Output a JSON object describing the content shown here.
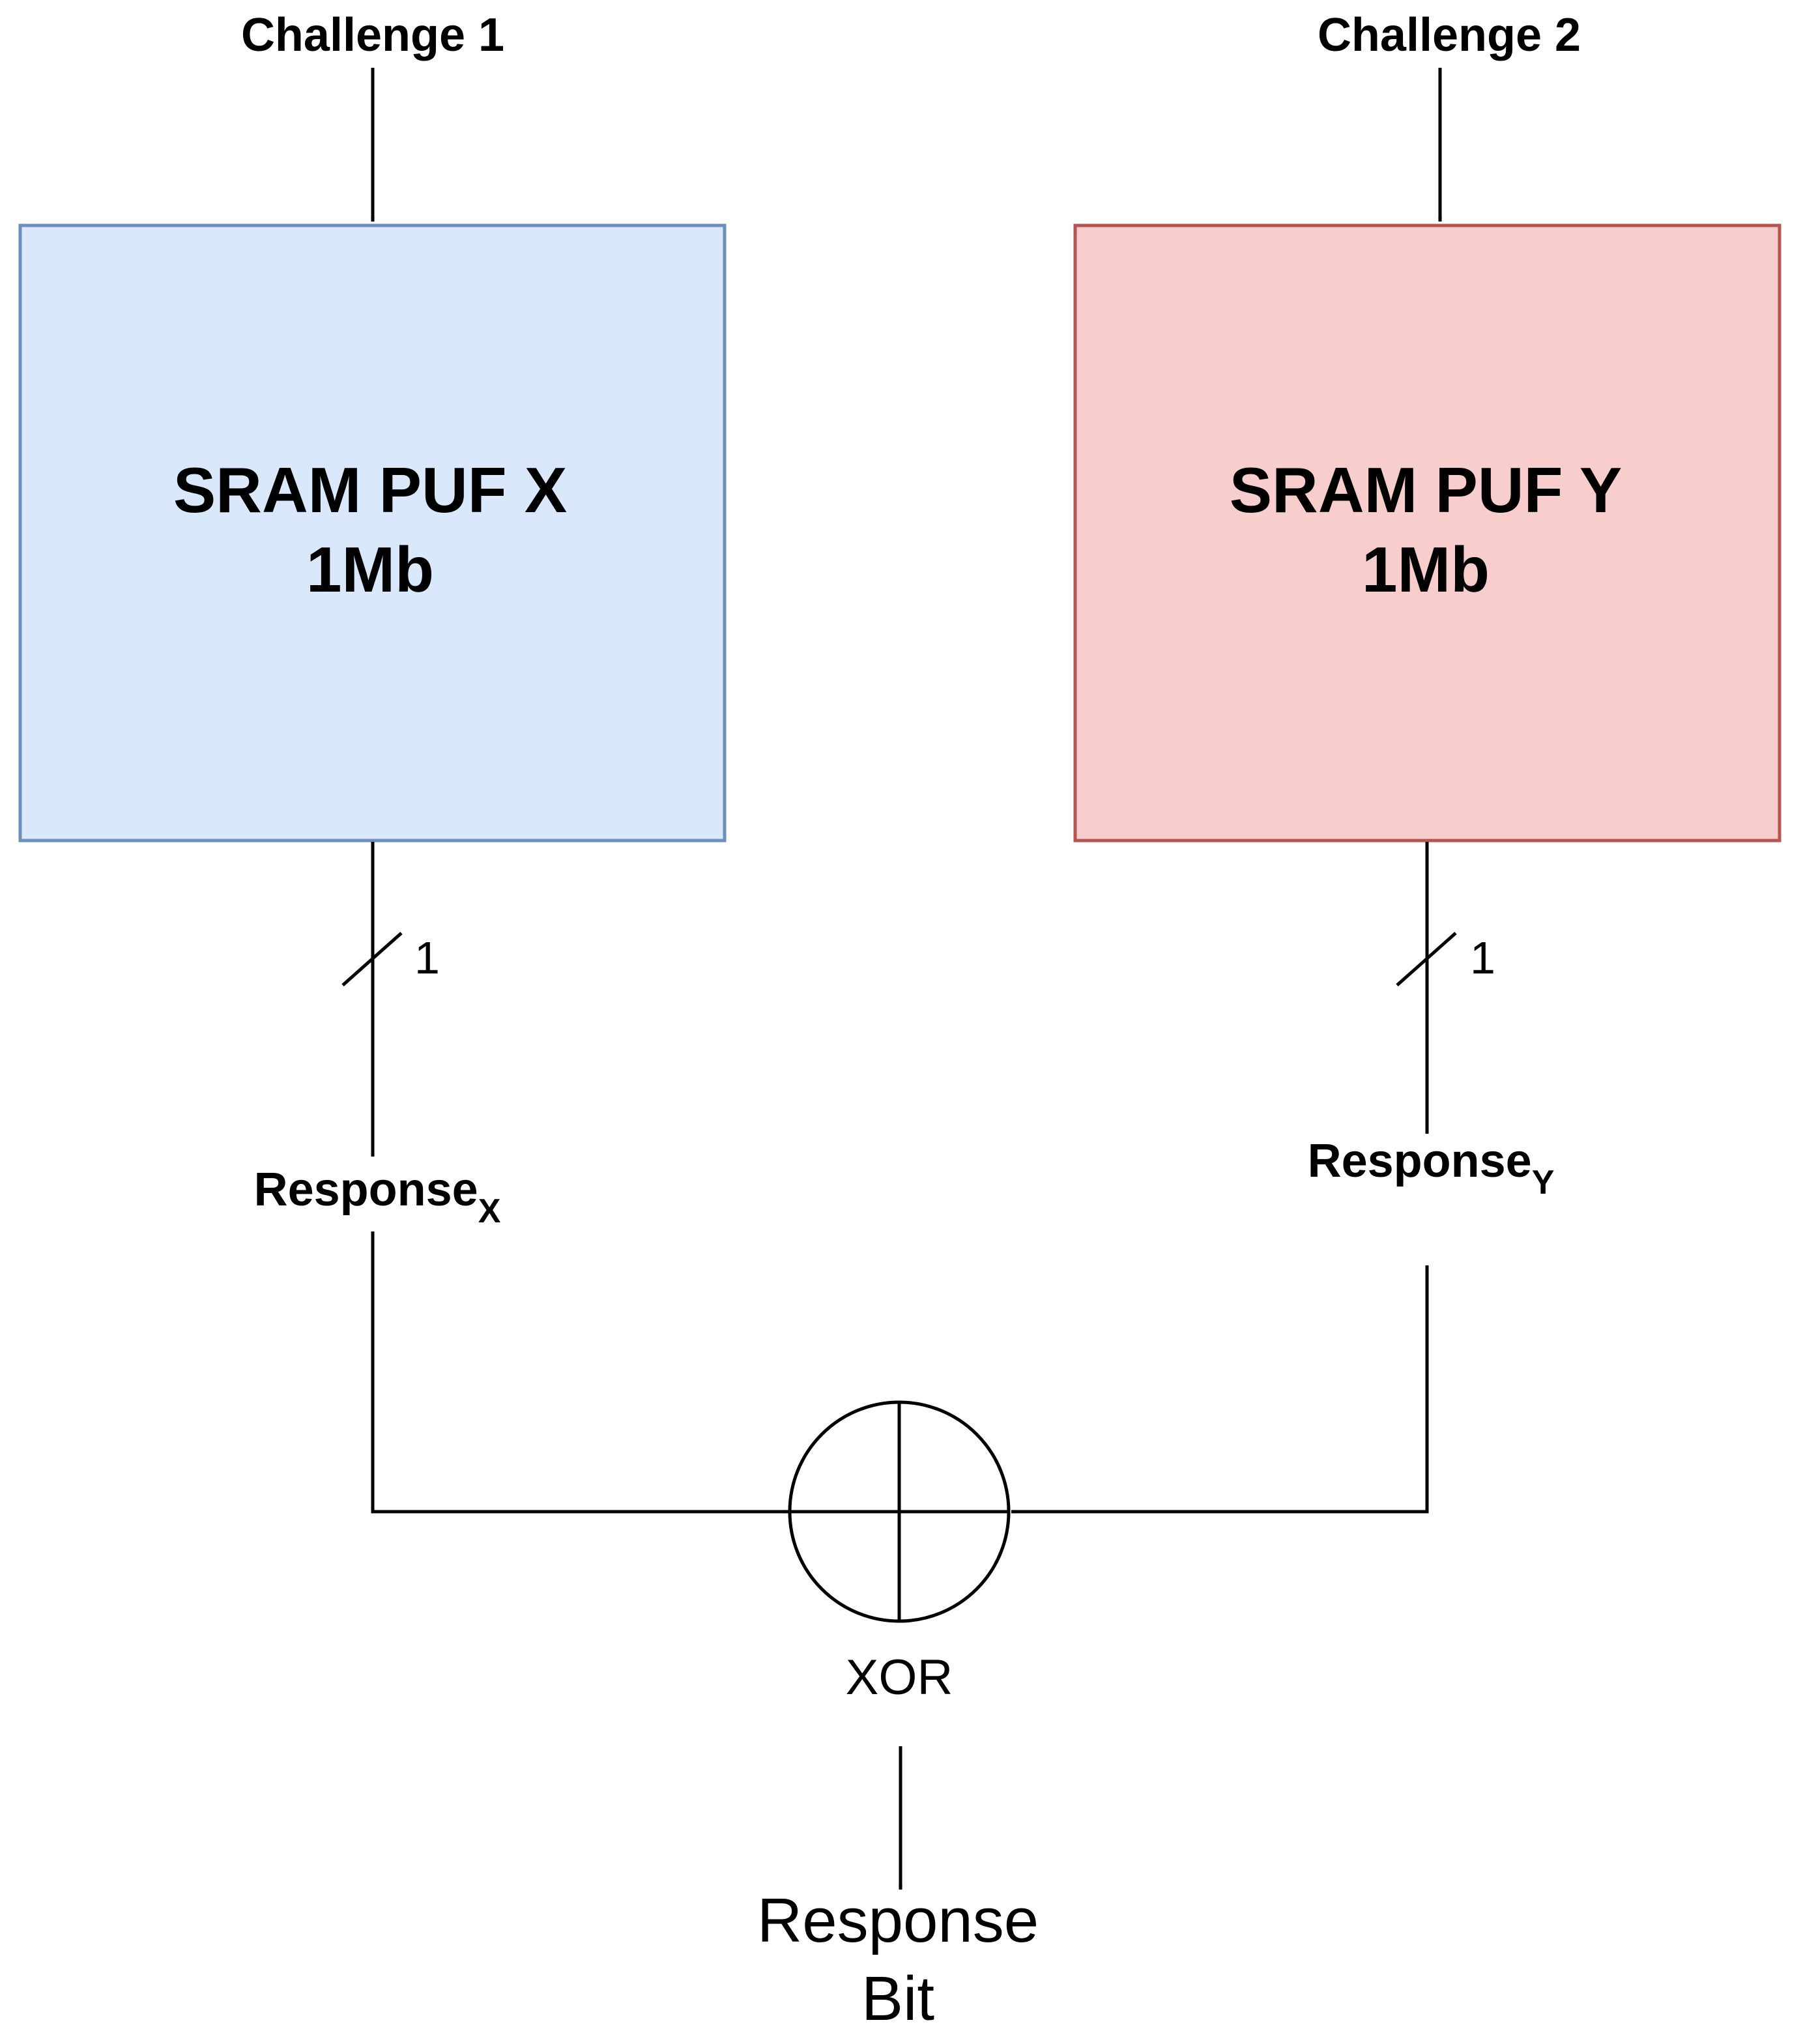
{
  "challenges": {
    "left": "Challenge 1",
    "right": "Challenge 2"
  },
  "puf_x": {
    "name": "SRAM PUF X",
    "size": "1Mb",
    "fill": "#dae8fc",
    "stroke": "#6c8ebf"
  },
  "puf_y": {
    "name": "SRAM PUF Y",
    "size": "1Mb",
    "fill": "#f8cecc",
    "stroke": "#b85450"
  },
  "bus_width": {
    "left": "1",
    "right": "1"
  },
  "responses": {
    "left_base": "Response",
    "left_sub": "X",
    "right_base": "Response",
    "right_sub": "Y"
  },
  "xor": {
    "label": "XOR"
  },
  "output": {
    "line1": "Response",
    "line2": "Bit"
  }
}
